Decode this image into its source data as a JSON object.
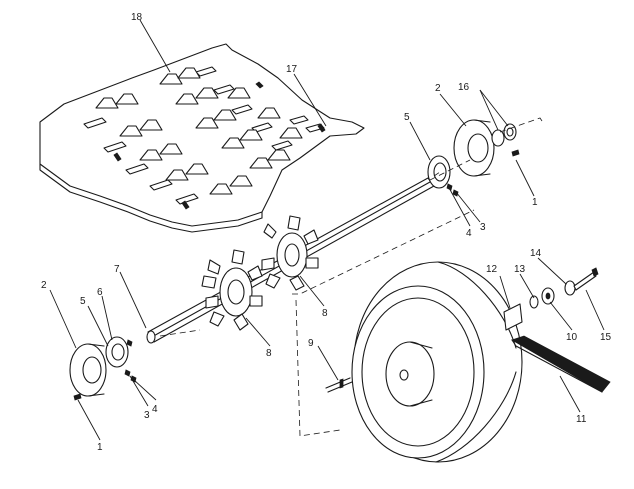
{
  "diagram": {
    "watermark": "",
    "callouts": [
      "18",
      "17",
      "2",
      "16",
      "5",
      "1",
      "4",
      "3",
      "7",
      "6",
      "2",
      "5",
      "4",
      "3",
      "1",
      "8",
      "8",
      "9",
      "12",
      "13",
      "14",
      "10",
      "15",
      "11"
    ]
  }
}
